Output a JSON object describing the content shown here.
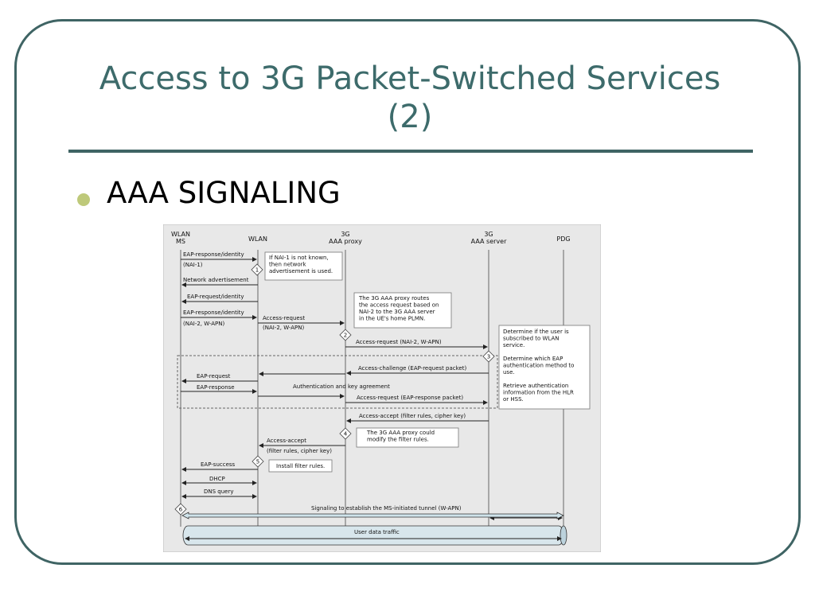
{
  "slide": {
    "title_line1": "Access to 3G Packet-Switched Services",
    "title_line2": "(2)",
    "bullet": "AAA SIGNALING"
  },
  "colors": {
    "accent": "#3f6464",
    "title": "#3d6b6b",
    "bullet": "#bec97a",
    "diagram_bg": "#e8e8e8",
    "tunnel": "#cfe3ea"
  },
  "diagram": {
    "entities": {
      "ms_1": "WLAN",
      "ms_2": "MS",
      "wlan": "WLAN",
      "proxy_1": "3G",
      "proxy_2": "AAA proxy",
      "server_1": "3G",
      "server_2": "AAA server",
      "pdg": "PDG"
    },
    "messages": {
      "eap_resp_id_1": "EAP-response/identity",
      "nai1": "(NAI-1)",
      "net_adv": "Network advertisement",
      "eap_req_id": "EAP-request/identity",
      "eap_resp_id_2": "EAP-response/identity",
      "nai2_wapn_a": "(NAI-2, W-APN)",
      "access_req": "Access-request",
      "nai2_wapn_b": "(NAI-2, W-APN)",
      "access_req_full": "Access-request (NAI-2, W-APN)",
      "access_challenge": "Access-challenge (EAP-request packet)",
      "eap_request": "EAP-request",
      "eap_response": "EAP-response",
      "auth_key": "Authentication and key agreement",
      "access_req_eap": "Access-request (EAP-response packet)",
      "access_accept_full": "Access-accept (filter rules, cipher key)",
      "access_accept": "Access-accept",
      "filter_cipher": "(filter rules, cipher key)",
      "eap_success": "EAP-success",
      "dhcp": "DHCP",
      "dns_query": "DNS query",
      "signaling_tunnel": "Signaling to establish the MS-initiated tunnel (W-APN)",
      "user_data": "User data traffic"
    },
    "notes": {
      "n1": [
        "If NAI-1 is not known,",
        "then network",
        "advertisement is used."
      ],
      "n2": [
        "The 3G AAA proxy routes",
        "the access request based on",
        "NAI-2 to the 3G AAA server",
        "in the UE's home PLMN."
      ],
      "n3": [
        "Determine if the user is",
        "subscribed to WLAN",
        "service.",
        "",
        "Determine which EAP",
        "authentication method to",
        "use.",
        "",
        "Retrieve authentication",
        "information from the HLR",
        "or HSS."
      ],
      "n4": [
        "The 3G AAA proxy could",
        "modify the filter rules."
      ],
      "n5": [
        "Install filter rules."
      ]
    },
    "steps": [
      "1",
      "2",
      "3",
      "4",
      "5",
      "6"
    ]
  }
}
